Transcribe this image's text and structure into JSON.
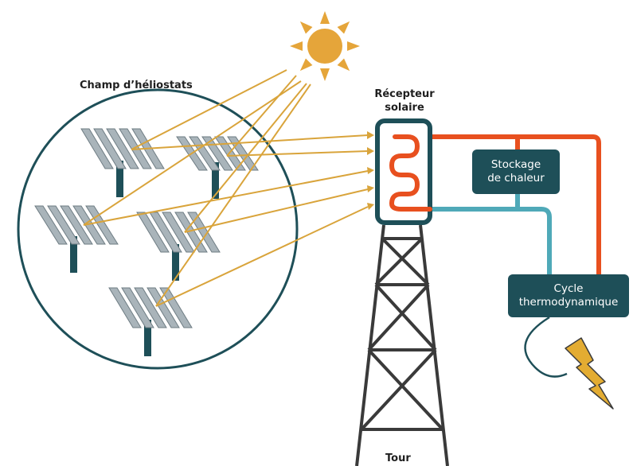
{
  "labels": {
    "field": "Champ d’héliostats",
    "receiver_line1": "Récepteur",
    "receiver_line2": "solaire",
    "tower": "Tour",
    "storage_line1": "Stockage",
    "storage_line2": "de chaleur",
    "cycle_line1": "Cycle",
    "cycle_line2": "thermodynamique"
  },
  "colors": {
    "sun": "#E5A53A",
    "rays": "#D9A43B",
    "teal_dark": "#1E4F58",
    "hot_fluid": "#E8501F",
    "cold_fluid": "#4FA9B8",
    "tower": "#3A3A3A",
    "mirror": "#A9B4BA",
    "lightning": "#E3AC32"
  },
  "icons": {
    "sun": "sun-icon",
    "lightning": "lightning-icon"
  }
}
